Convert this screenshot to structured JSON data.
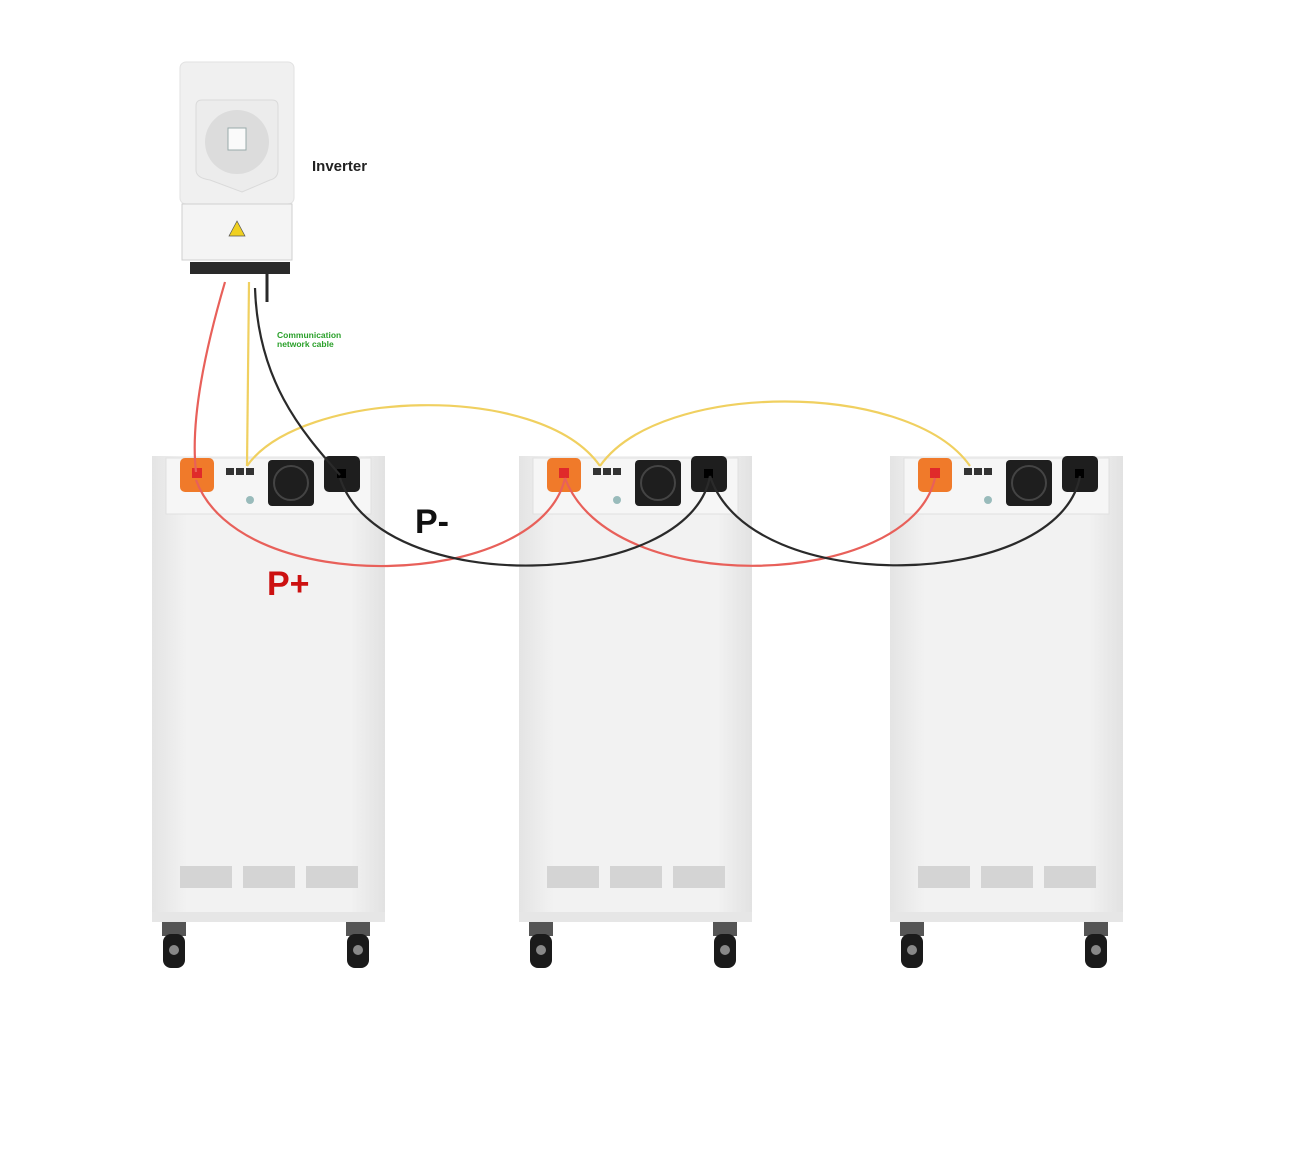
{
  "labels": {
    "inverter": "Inverter",
    "comm_line1": "Communication",
    "comm_line2": "network cable",
    "p_minus": "P-",
    "p_plus": "P+"
  },
  "colors": {
    "positive_cable": "#e8605a",
    "negative_cable": "#2a2a2a",
    "comm_cable": "#f0d060",
    "comm_label": "#2aa02a",
    "p_plus_label": "#cc1111",
    "connector_orange": "#f07a2a"
  },
  "battery_count": 3
}
